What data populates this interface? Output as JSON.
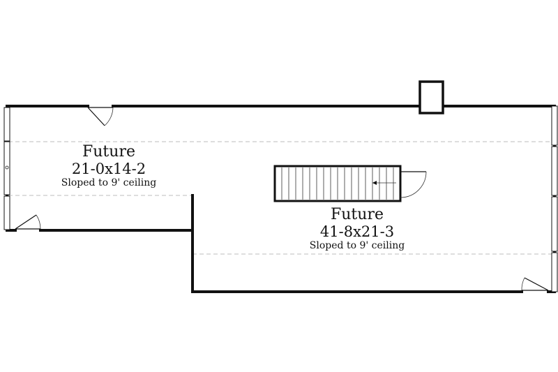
{
  "rooms": [
    {
      "name": "Future",
      "dimensions": "21-0x14-2",
      "note": "Sloped to 9' ceiling"
    },
    {
      "name": "Future",
      "dimensions": "41-8x21-3",
      "note": "Sloped to 9' ceiling"
    }
  ]
}
